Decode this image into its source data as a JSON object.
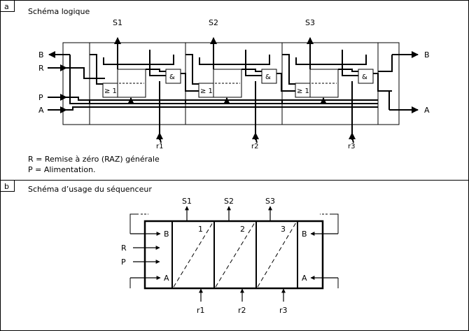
{
  "panel_a": {
    "tag": "a",
    "title": "Schéma logique",
    "outputs": [
      "S1",
      "S2",
      "S3"
    ],
    "left_ports": [
      "B",
      "R",
      "P",
      "A"
    ],
    "right_ports": [
      "B",
      "A"
    ],
    "gate_or": "≥ 1",
    "gate_and": "&",
    "resets": [
      "r1",
      "r2",
      "r3"
    ],
    "legend": [
      "R = Remise à zéro (RAZ) générale",
      "P = Alimentation."
    ]
  },
  "panel_b": {
    "tag": "b",
    "title": "Schéma d’usage du séquenceur",
    "outputs": [
      "S1",
      "S2",
      "S3"
    ],
    "step_numbers": [
      "1",
      "2",
      "3"
    ],
    "left_ports": [
      "B",
      "A"
    ],
    "right_ports": [
      "B",
      "A"
    ],
    "inputs": [
      "R",
      "P"
    ],
    "resets": [
      "r1",
      "r2",
      "r3"
    ]
  }
}
